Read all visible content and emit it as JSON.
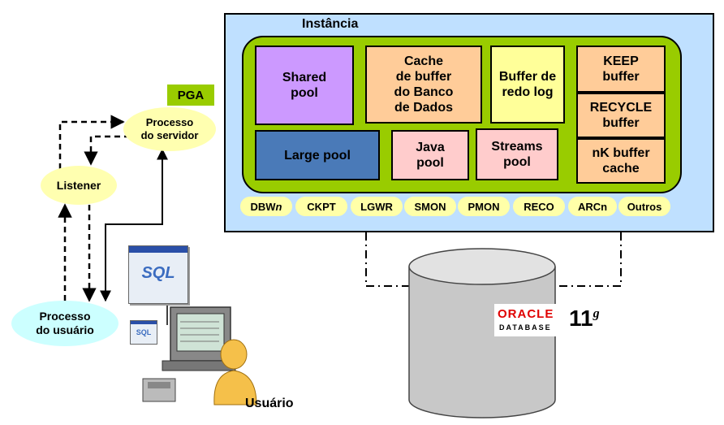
{
  "instance": {
    "title": "Instância"
  },
  "sga": {
    "shared_pool": "Shared\npool",
    "db_buffer_cache": "Cache\nde buffer\ndo Banco\nde Dados",
    "redo_log_buffer": "Buffer de\nredo log",
    "keep_buffer": "KEEP\nbuffer",
    "recycle_buffer": "RECYCLE\nbuffer",
    "nk_buffer": "nK buffer\ncache",
    "large_pool": "Large pool",
    "java_pool": "Java\npool",
    "streams_pool": "Streams\npool"
  },
  "processes": [
    "DBWn",
    "CKPT",
    "LGWR",
    "SMON",
    "PMON",
    "RECO",
    "ARCn",
    "Outros"
  ],
  "client": {
    "pga": "PGA",
    "server_process": "Processo\ndo servidor",
    "listener": "Listener",
    "user_process": "Processo\ndo usuário",
    "user_label": "Usuário",
    "sql_big": "SQL",
    "sql_small": "SQL"
  },
  "database_logo": {
    "brand": "ORACLE",
    "sub": "DATABASE",
    "version": "11",
    "version_sup": "g"
  },
  "colors": {
    "instance_bg": "#bfe0ff",
    "sga_bg": "#99cc00",
    "shared_pool": "#cc99ff",
    "db_cache": "#ffcc99",
    "redo": "#ffff99",
    "large_pool": "#4a7ab8",
    "java_pool": "#ffcccc",
    "oval_yellow": "#ffffb0",
    "user_process": "#ccffff",
    "pga": "#99cc00"
  }
}
